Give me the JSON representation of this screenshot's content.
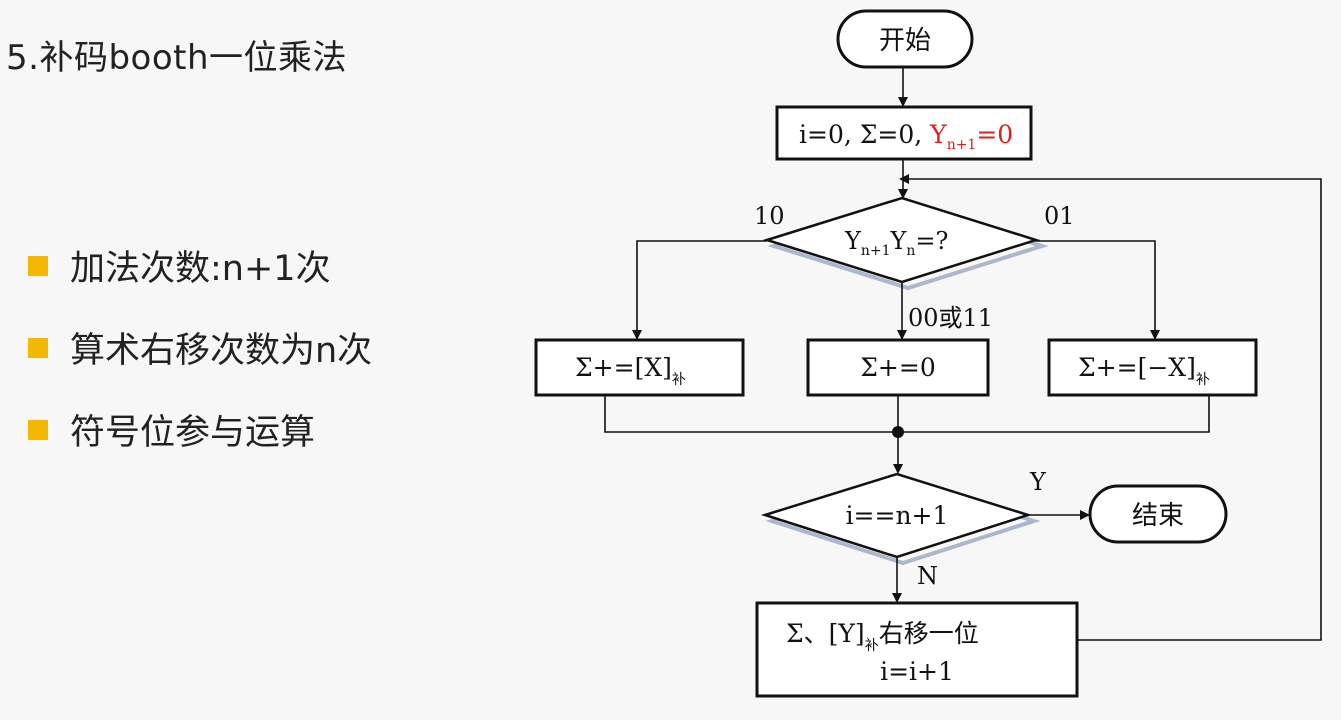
{
  "slide": {
    "title": "5.补码booth一位乘法",
    "bullets": [
      "加法次数:n+1次",
      "算术右移次数为n次",
      "符号位参与运算"
    ]
  },
  "flowchart": {
    "start": "开始",
    "init": {
      "part1": "i=0, Σ=0, ",
      "y": "Y",
      "y_sub": "n+1",
      "y_tail": "=0",
      "highlight_color": "#e0201b"
    },
    "decision1": {
      "y1": "Y",
      "sub1": "n+1",
      "y2": "Y",
      "sub2": "n",
      "tail": "=?"
    },
    "branch_labels": {
      "left": "10",
      "right": "01",
      "middle": "00或11"
    },
    "box_left": {
      "text": "Σ+=[X]",
      "sub": "补"
    },
    "box_mid": {
      "text": "Σ+=0"
    },
    "box_right": {
      "text": "Σ+=[−X]",
      "sub": "补"
    },
    "decision2": "i==n+1",
    "yes_label": "Y",
    "no_label": "N",
    "end": "结束",
    "shift_box": {
      "line1a": "Σ、[Y]",
      "line1_sub": "补",
      "line1b": "右移一位",
      "line2": "i=i+1"
    }
  }
}
